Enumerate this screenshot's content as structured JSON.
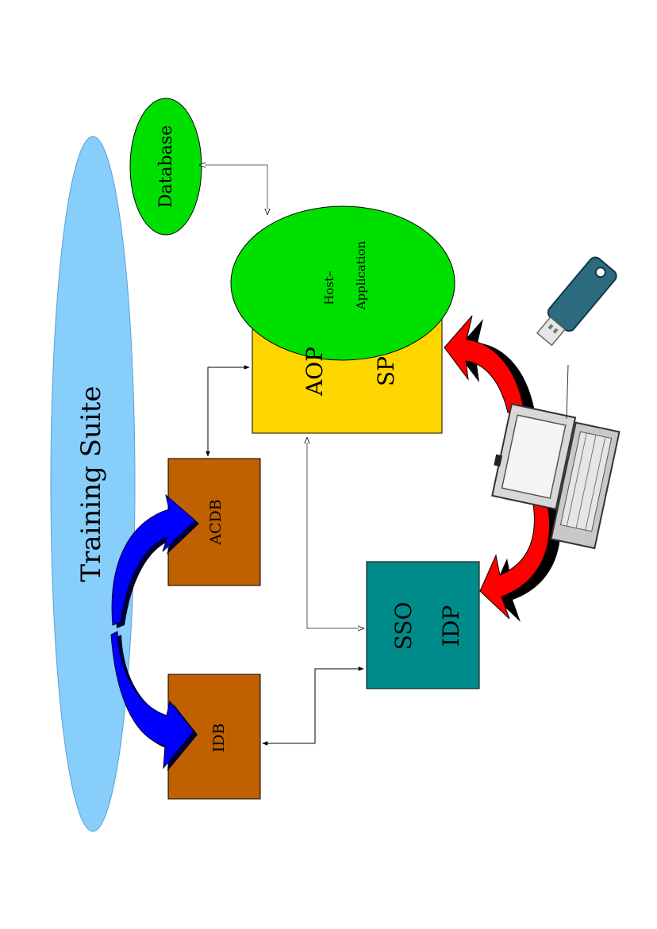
{
  "diagram": {
    "nodes": {
      "training_suite": {
        "label": "Training Suite",
        "color": "#87cefa"
      },
      "database": {
        "label": "Database",
        "color": "#00e000"
      },
      "host_application": {
        "label_line1": "Host–",
        "label_line2": "Application",
        "color": "#00e000"
      },
      "aop_sp": {
        "label_aop": "AOP",
        "label_sp": "SP",
        "color": "#ffd700"
      },
      "acdb": {
        "label": "ACDB",
        "color": "#c06000"
      },
      "idb": {
        "label": "IDB",
        "color": "#c06000"
      },
      "sso_idp": {
        "label_sso": "SSO",
        "label_idp": "IDP",
        "color": "#008b8b"
      }
    },
    "flows": {
      "training_to_acdb": {
        "color": "#0000ff"
      },
      "training_to_idb": {
        "color": "#0000ff"
      },
      "laptop_to_sp": {
        "color": "#ff0000"
      },
      "laptop_to_idp": {
        "color": "#ff0000"
      }
    },
    "icons": [
      "laptop-icon",
      "usb-token-icon"
    ]
  }
}
